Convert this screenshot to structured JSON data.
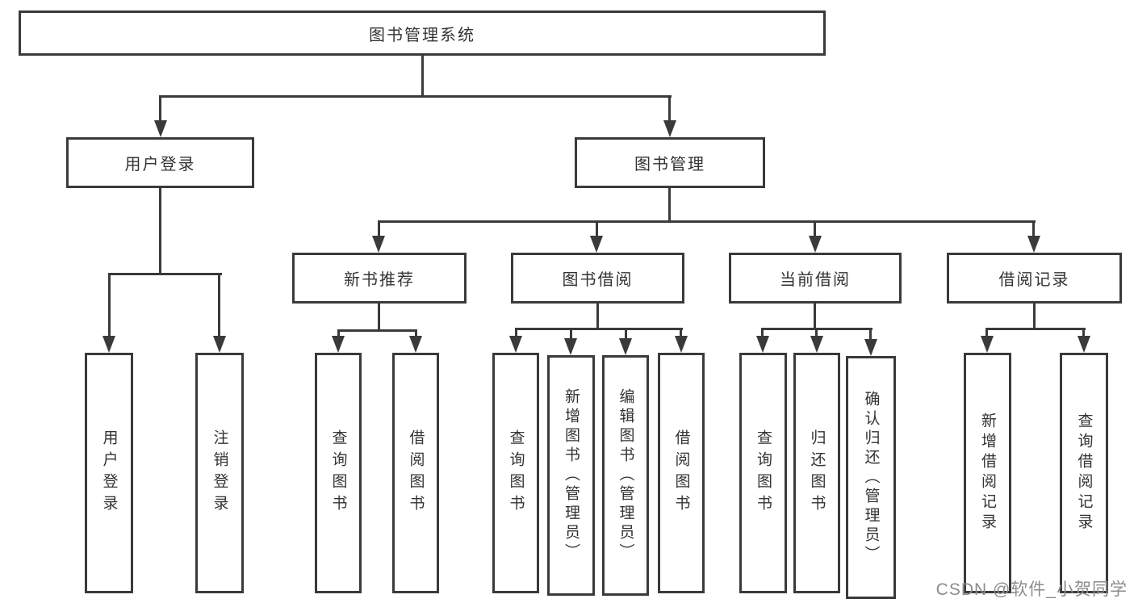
{
  "tree": {
    "root": "图书管理系统",
    "branches": [
      {
        "label": "用户登录",
        "children": [
          "用户登录",
          "注销登录"
        ]
      },
      {
        "label": "图书管理",
        "children": [
          {
            "label": "新书推荐",
            "children": [
              "查询图书",
              "借阅图书"
            ]
          },
          {
            "label": "图书借阅",
            "children": [
              "查询图书",
              "新增图书（管理员）",
              "编辑图书（管理员）",
              "借阅图书"
            ]
          },
          {
            "label": "当前借阅",
            "children": [
              "查询图书",
              "归还图书",
              "确认归还（管理员）"
            ]
          },
          {
            "label": "借阅记录",
            "children": [
              "新增借阅记录",
              "查询借阅记录"
            ]
          }
        ]
      }
    ]
  },
  "watermark": {
    "text": "CSDN @软件_小贺同学"
  },
  "colors": {
    "line": "#3a3a3a",
    "text": "#333333",
    "background": "#ffffff",
    "watermark": "#8c8c8c"
  }
}
